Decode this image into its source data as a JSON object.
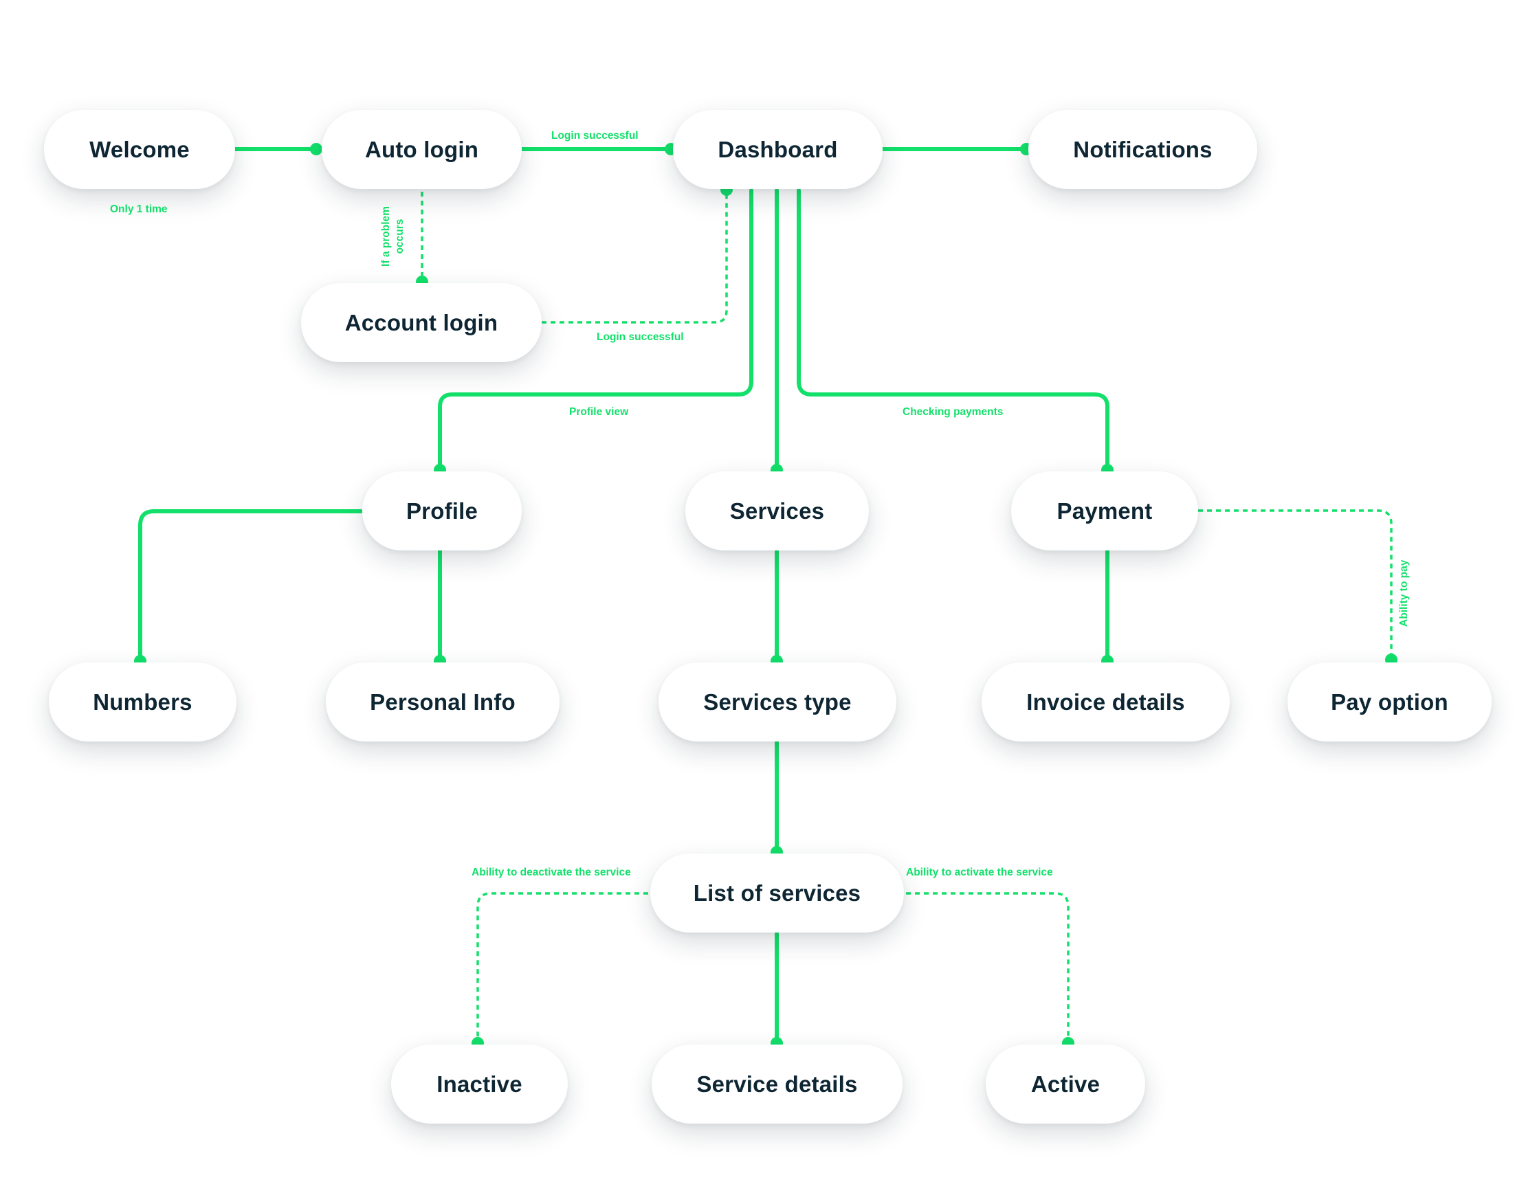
{
  "colors": {
    "accent": "#12e06a",
    "node_text": "#0e2633",
    "node_bg": "#ffffff"
  },
  "nodes": {
    "welcome": "Welcome",
    "auto_login": "Auto login",
    "dashboard": "Dashboard",
    "notifications": "Notifications",
    "account_login": "Account login",
    "profile": "Profile",
    "services": "Services",
    "payment": "Payment",
    "numbers": "Numbers",
    "personal_info": "Personal Info",
    "services_type": "Services type",
    "invoice_details": "Invoice details",
    "pay_option": "Pay option",
    "list_of_services": "List of services",
    "inactive": "Inactive",
    "service_details": "Service details",
    "active": "Active"
  },
  "labels": {
    "only_once": "Only 1 time",
    "login_successful_top": "Login successful",
    "if_problem_line1": "If a problem",
    "if_problem_line2": "occurs",
    "login_successful_bottom": "Login successful",
    "profile_view": "Profile view",
    "checking_payments": "Checking payments",
    "ability_to_pay": "Ability to pay",
    "ability_deactivate": "Ability to deactivate the service",
    "ability_activate": "Ability to activate the service"
  }
}
